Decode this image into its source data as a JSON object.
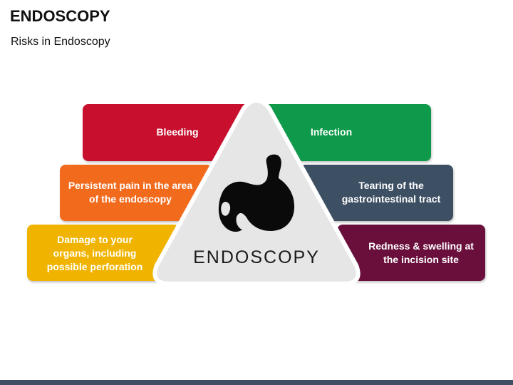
{
  "header": {
    "title": "ENDOSCOPY",
    "subtitle": "Risks in Endoscopy"
  },
  "center": {
    "label": "ENDOSCOPY",
    "icon": "stomach-icon"
  },
  "risks": {
    "bleeding": {
      "label": "Bleeding",
      "color": "#c8102e"
    },
    "infection": {
      "label": "Infection",
      "color": "#0e9a4a"
    },
    "pain": {
      "label": "Persistent pain in the area of the endoscopy",
      "color": "#f26b1d"
    },
    "tearing": {
      "label": "Tearing of the gastrointestinal tract",
      "color": "#3d4f63"
    },
    "damage": {
      "label": "Damage to your organs, including possible perforation",
      "color": "#f0b400"
    },
    "redness": {
      "label": "Redness & swelling at the incision site",
      "color": "#6a0f3c"
    }
  },
  "colors": {
    "triangle_fill": "#e6e6e6",
    "triangle_border": "#ffffff",
    "bottom_bar": "#3e4f63"
  }
}
